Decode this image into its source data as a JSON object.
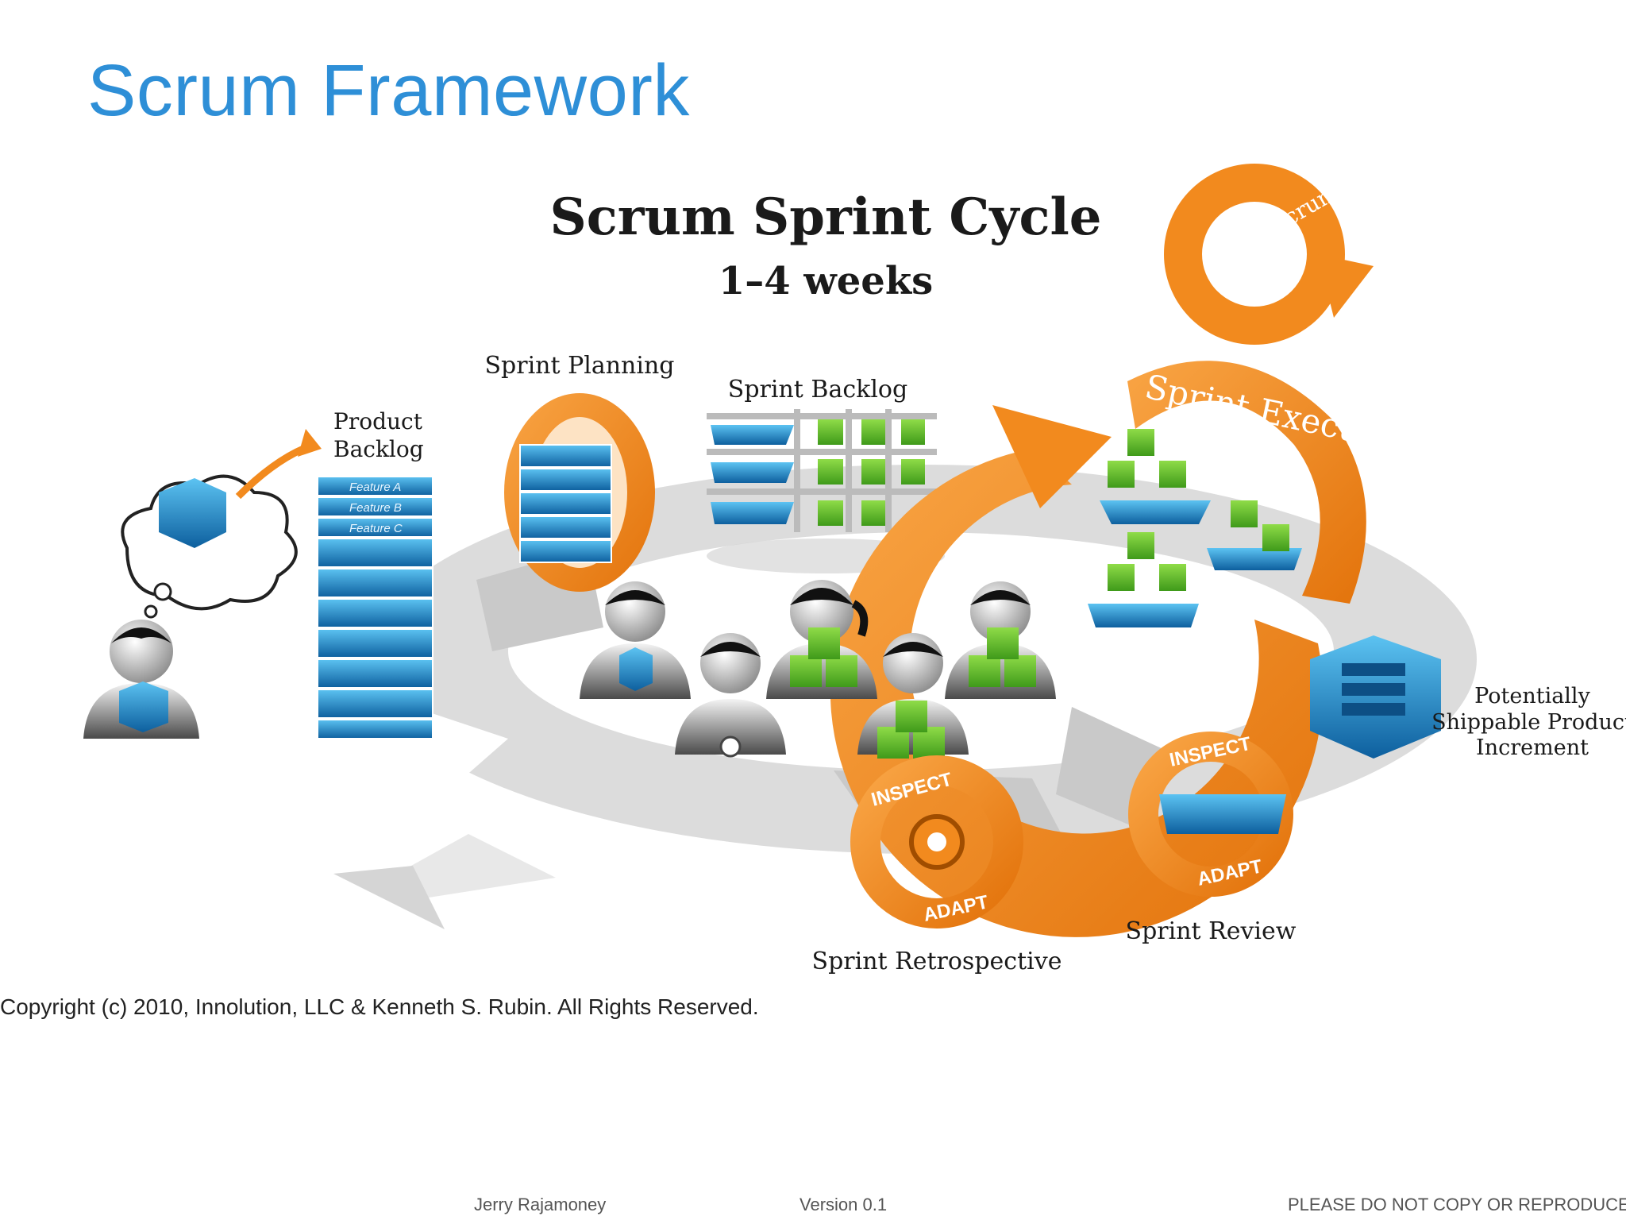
{
  "slide": {
    "title": "Scrum Framework"
  },
  "diagram": {
    "title": "Scrum Sprint Cycle",
    "subtitle": "1–4 weeks",
    "labels": {
      "product_backlog_1": "Product",
      "product_backlog_2": "Backlog",
      "sprint_planning": "Sprint Planning",
      "sprint_backlog": "Sprint Backlog",
      "daily_scrum": "Daily Scrum",
      "sprint_execution": "Sprint Execution",
      "increment_1": "Potentially",
      "increment_2": "Shippable Product",
      "increment_3": "Increment",
      "sprint_review": "Sprint Review",
      "sprint_retrospective": "Sprint Retrospective",
      "inspect": "INSPECT",
      "adapt": "ADAPT"
    },
    "features": [
      "Feature A",
      "Feature B",
      "Feature C"
    ],
    "copyright": "Copyright (c) 2010, Innolution, LLC & Kenneth S. Rubin. All Rights Reserved."
  },
  "footer": {
    "author": "Jerry Rajamoney",
    "version": "Version 0.1",
    "notice": "PLEASE DO NOT COPY OR REPRODUCE"
  },
  "colors": {
    "title": "#2e8fd7",
    "orange": "#f28a1e",
    "blue": "#1f86c9",
    "green": "#6cbf2c",
    "gray": "#d5d5d5"
  }
}
